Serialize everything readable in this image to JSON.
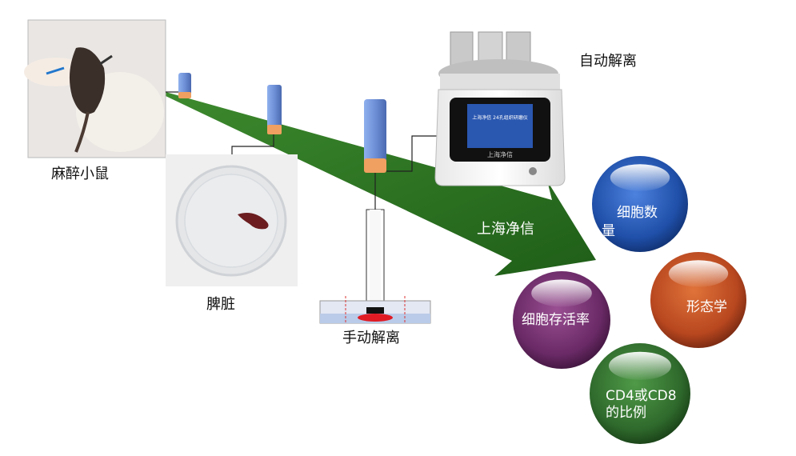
{
  "labels": {
    "mouse": "麻醉小鼠",
    "spleen": "脾脏",
    "manual": "手动解离",
    "auto": "自动解离",
    "brand": "上海净信"
  },
  "device": {
    "screen_text": "上海净信 24孔组织研磨仪",
    "brand_text": "上海净信"
  },
  "outcomes": [
    {
      "line1": "细胞数",
      "line2": "量",
      "color": "#1f4fa8"
    },
    {
      "line1": "形态学",
      "line2": "",
      "color": "#b8471f"
    },
    {
      "line1": "细胞存活率",
      "line2": "",
      "color": "#6a2a66"
    },
    {
      "line1": "CD4或CD8",
      "line2": "的比例",
      "color": "#2f6a2c"
    }
  ],
  "colors": {
    "arrow": "#2c7a22",
    "tube_body": "#6e8fd6",
    "tube_band": "#f0a060"
  }
}
